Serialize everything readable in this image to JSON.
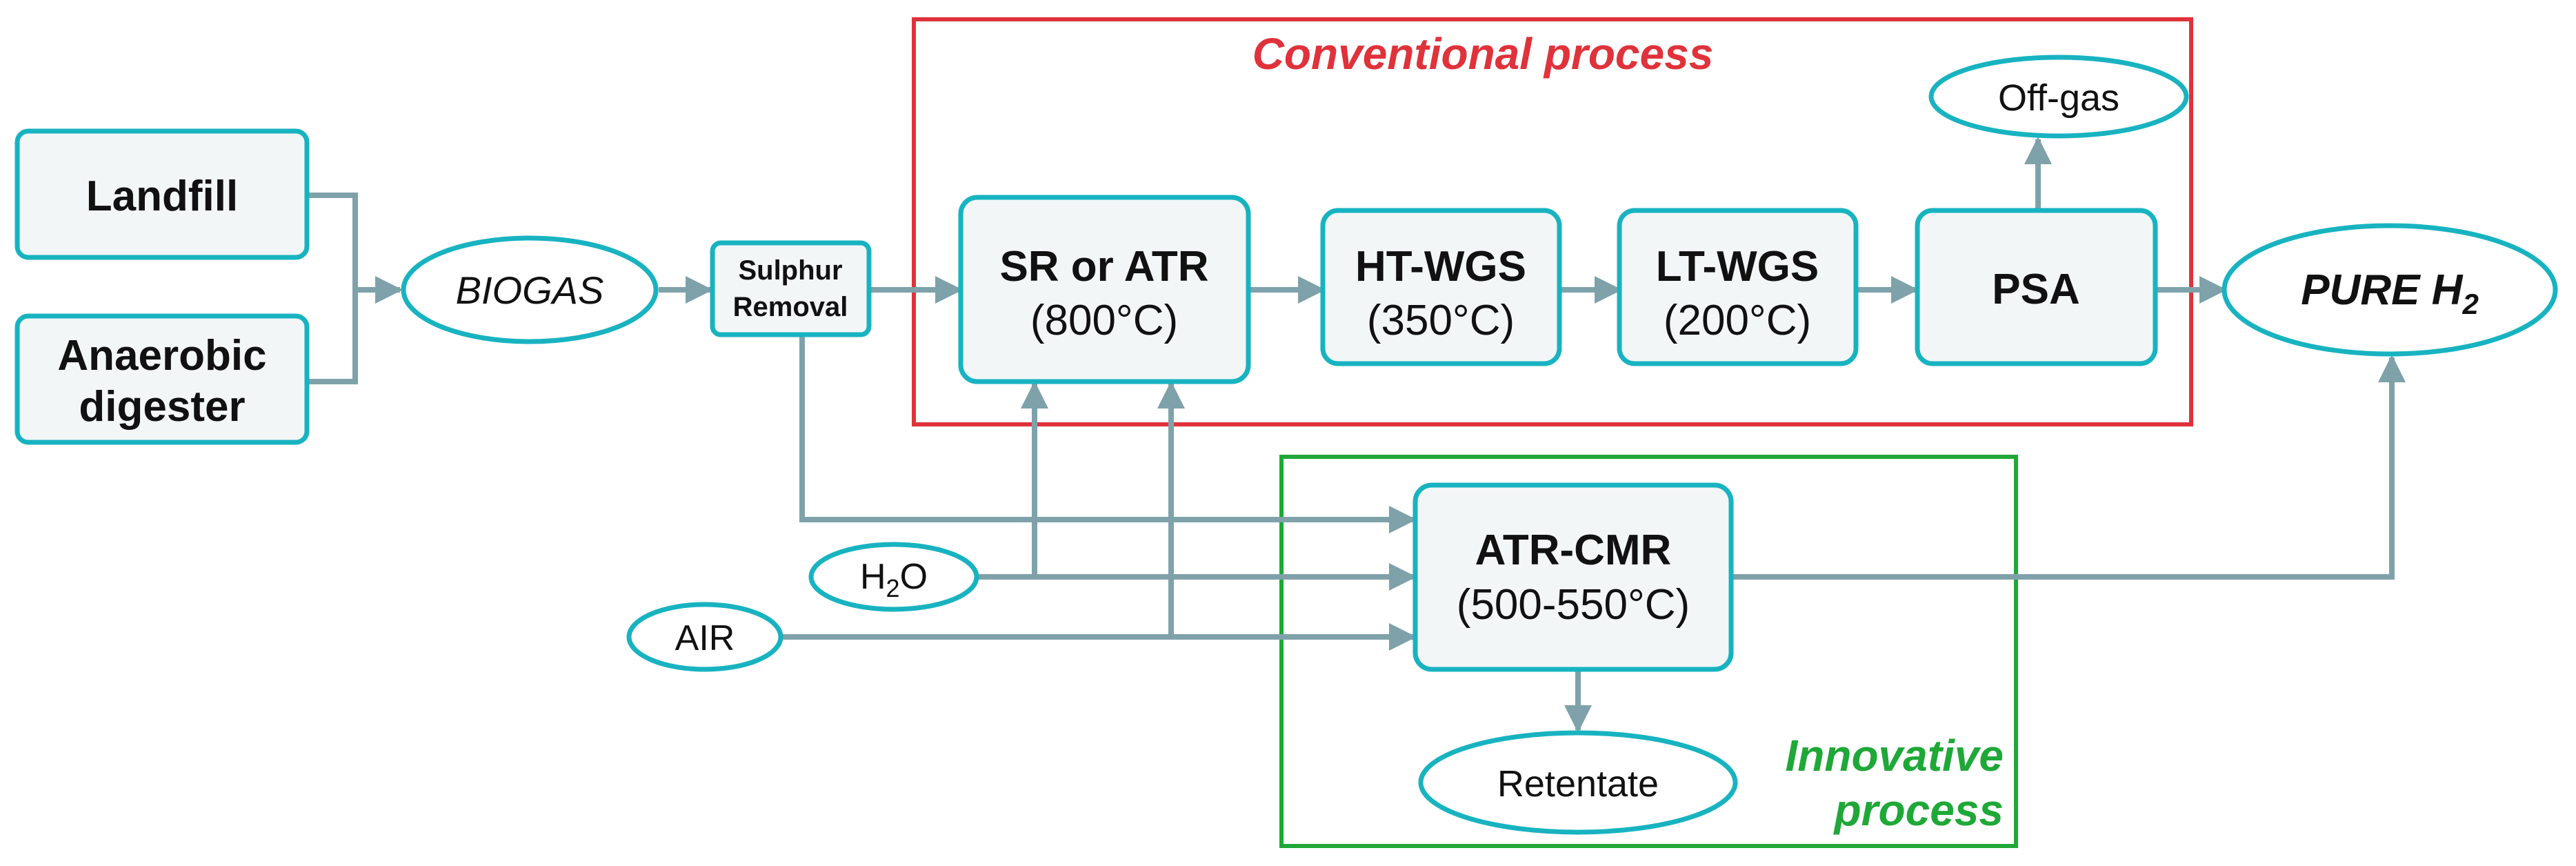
{
  "colors": {
    "node_border": "#18b3c0",
    "node_fill": "#f2f6f7",
    "connector": "#7fa2aa",
    "conventional": "#e0323b",
    "innovative": "#1fa838"
  },
  "regions": {
    "conventional": {
      "title": "Conventional process"
    },
    "innovative": {
      "title_line1": "Innovative",
      "title_line2": "process"
    }
  },
  "nodes": {
    "landfill": "Landfill",
    "anaerobic_line1": "Anaerobic",
    "anaerobic_line2": "digester",
    "biogas": "BIOGAS",
    "sulphur_line1": "Sulphur",
    "sulphur_line2": "Removal",
    "sr_atr_line1": "SR or ATR",
    "sr_atr_line2": "(800°C)",
    "ht_wgs_line1": "HT-WGS",
    "ht_wgs_line2": "(350°C)",
    "lt_wgs_line1": "LT-WGS",
    "lt_wgs_line2": "(200°C)",
    "psa": "PSA",
    "offgas": "Off-gas",
    "pure_h2_main": "PURE H",
    "pure_h2_sub": "2",
    "h2o_main": "H",
    "h2o_sub": "2",
    "h2o_tail": "O",
    "air": "AIR",
    "atr_cmr_line1": "ATR-CMR",
    "atr_cmr_line2": "(500-550°C)",
    "retentate": "Retentate"
  }
}
